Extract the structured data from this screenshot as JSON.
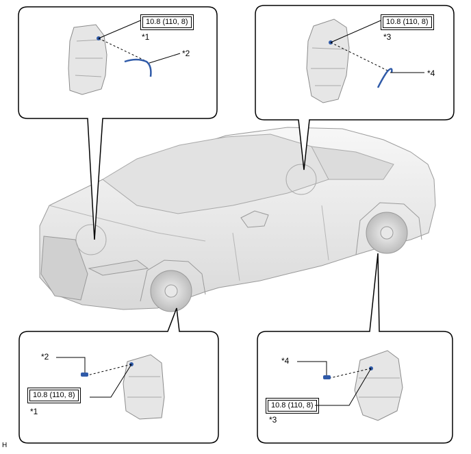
{
  "callouts": {
    "front_upper_left": {
      "torque": "10.8 (110, 8)",
      "part_label": "*1",
      "hose_label": "*2"
    },
    "rear_upper_right": {
      "torque": "10.8 (110, 8)",
      "part_label": "*3",
      "hose_label": "*4"
    },
    "front_lower_left": {
      "torque": "10.8 (110, 8)",
      "part_label": "*1",
      "hose_label": "*2"
    },
    "rear_lower_right": {
      "torque": "10.8 (110, 8)",
      "part_label": "*3",
      "hose_label": "*4"
    }
  },
  "corner_code": "H",
  "colors": {
    "line": "#000000",
    "hose_blue": "#2f5aa8",
    "body_gray": "#e9e9e9",
    "shade_gray": "#c8c8c8"
  }
}
